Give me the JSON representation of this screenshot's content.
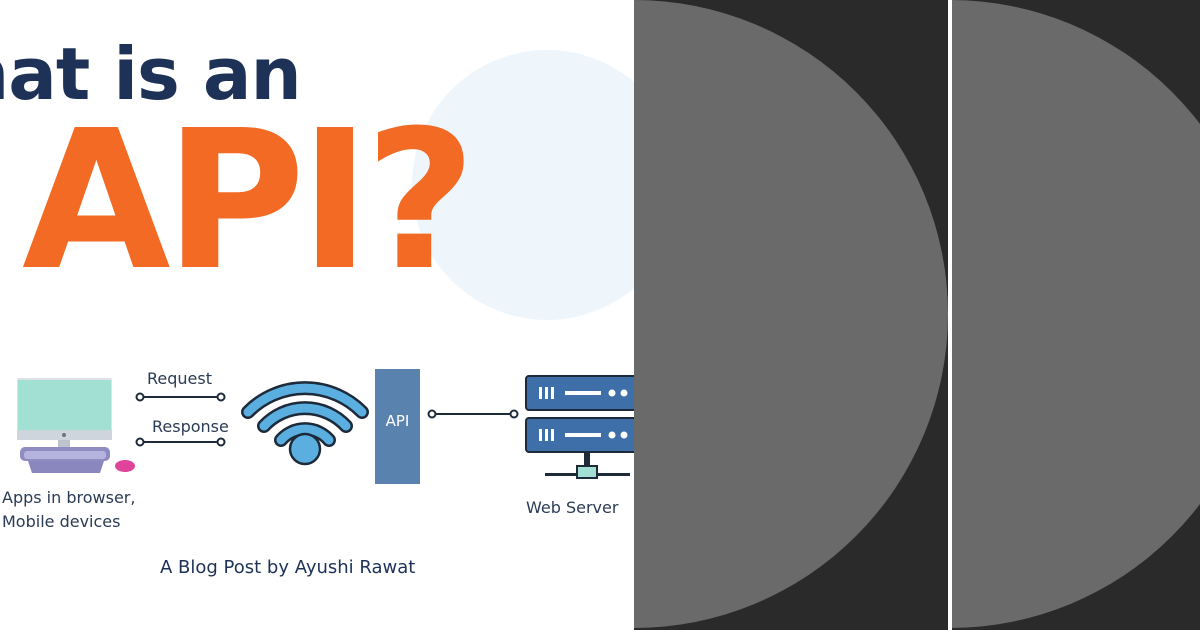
{
  "title": {
    "line1": "hat is an",
    "line2": "API?"
  },
  "diagram": {
    "request_label": "Request",
    "response_label": "Response",
    "api_label": "API",
    "clients_label": [
      "Apps in browser,",
      "Mobile devices"
    ],
    "server_label": "Web Server"
  },
  "credit": "A Blog Post by Ayushi Rawat",
  "colors": {
    "navy": "#1d3256",
    "orange": "#f26a24",
    "api_box": "#5a82ae",
    "server": "#3e6fa8",
    "wifi": "#5aafe0",
    "dark_bg": "#2a2a2a",
    "circle_gray": "#6a6a6a"
  },
  "icons": [
    "computer-icon",
    "wifi-icon",
    "server-icon"
  ]
}
